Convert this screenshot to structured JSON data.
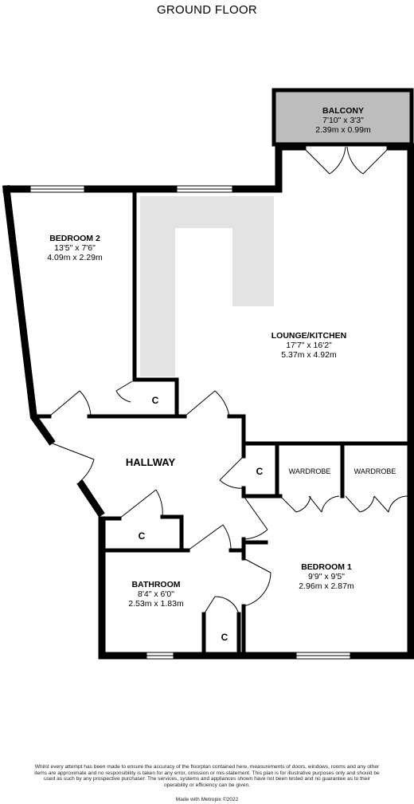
{
  "title": "GROUND FLOOR",
  "rooms": {
    "balcony": {
      "name": "BALCONY",
      "imperial": "7'10\"  x 3'3\"",
      "metric": "2.39m  x 0.99m"
    },
    "bedroom2": {
      "name": "BEDROOM 2",
      "imperial": "13'5\"  x 7'6\"",
      "metric": "4.09m  x 2.29m"
    },
    "lounge": {
      "name": "LOUNGE/KITCHEN",
      "imperial": "17'7\"  x 16'2\"",
      "metric": "5.37m  x 4.92m"
    },
    "hallway": {
      "name": "HALLWAY"
    },
    "bedroom1": {
      "name": "BEDROOM 1",
      "imperial": "9'9\"  x 9'5\"",
      "metric": "2.96m  x 2.87m"
    },
    "bathroom": {
      "name": "BATHROOM",
      "imperial": "8'4\"  x 6'0\"",
      "metric": "2.53m  x 1.83m"
    }
  },
  "wardrobes": [
    "WARDROBE",
    "WARDROBE"
  ],
  "cupboard_label": "C",
  "colors": {
    "wall": "#000000",
    "balcony_fill": "#bdbdbd",
    "kitchen_fill": "#e3e3e3"
  },
  "disclaimer": "Whilst every attempt has been made to ensure the accuracy of the floorplan contained here, measurements of doors, windows, rooms and any other items are approximate and no responsibility is taken for any error, omission or mis-statement. This plan is for illustrative purposes only and should be used as such by any prospective purchaser. The services, systems and appliances shown have not been tested and no guarantee as to their operability or efficiency can be given.",
  "credit": "Made with Metropix ©2022"
}
